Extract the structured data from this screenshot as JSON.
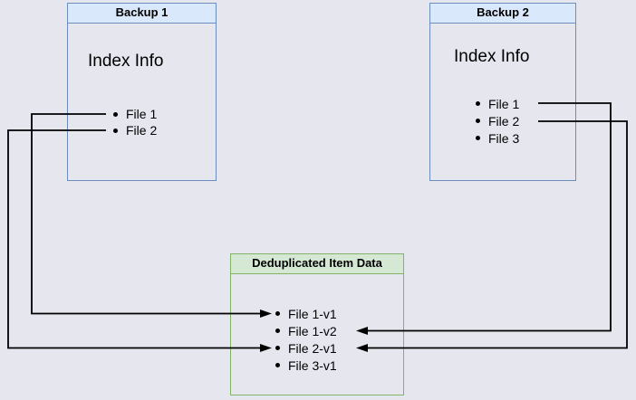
{
  "backup1": {
    "title": "Backup 1",
    "label": "Index Info",
    "files": [
      "File 1",
      "File 2"
    ]
  },
  "backup2": {
    "title": "Backup 2",
    "label": "Index Info",
    "files": [
      "File 1",
      "File 2",
      "File 3"
    ]
  },
  "dedup": {
    "title": "Deduplicated Item Data",
    "items": [
      "File 1-v1",
      "File 1-v2",
      "File 2-v1",
      "File 3-v1"
    ]
  },
  "colors": {
    "canvas_background": "#e6e6ee",
    "backup_header_fill": "#dae8fc",
    "backup_border": "#6c8ebf",
    "dedup_header_fill": "#d5e8d4",
    "dedup_border": "#82b366",
    "connector": "#000000",
    "text": "#000000"
  },
  "connections": [
    {
      "from": "Backup 1 / File 1",
      "to": "File 1-v1"
    },
    {
      "from": "Backup 1 / File 2",
      "to": "File 2-v1"
    },
    {
      "from": "Backup 2 / File 1",
      "to": "File 1-v2"
    },
    {
      "from": "Backup 2 / File 2",
      "to": "File 2-v1"
    }
  ]
}
